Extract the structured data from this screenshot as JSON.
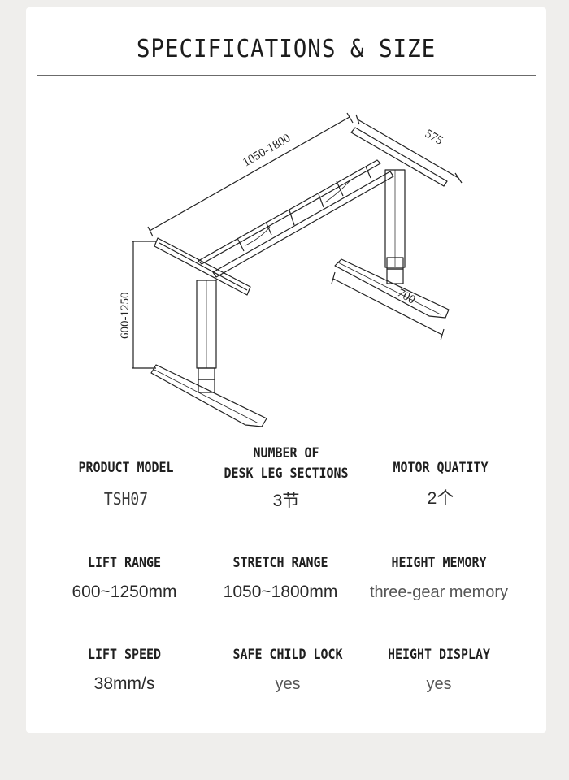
{
  "header": {
    "title": "SPECIFICATIONS & SIZE"
  },
  "diagram": {
    "subject": "electric standing desk frame",
    "dimensions": {
      "width": "1050-1800",
      "depth": "575",
      "foot_length": "700",
      "height": "600-1250"
    }
  },
  "specs": {
    "row1": [
      {
        "label": "PRODUCT MODEL",
        "value": "TSH07"
      },
      {
        "label_line1": "NUMBER OF",
        "label_line2": "DESK LEG SECTIONS",
        "value": "3节"
      },
      {
        "label": "MOTOR QUATITY",
        "value": "2个"
      }
    ],
    "row2": [
      {
        "label": "LIFT RANGE",
        "value": "600~1250mm"
      },
      {
        "label": "STRETCH RANGE",
        "value": "1050~1800mm"
      },
      {
        "label": "HEIGHT MEMORY",
        "value": "three-gear memory"
      }
    ],
    "row3": [
      {
        "label": "LIFT SPEED",
        "value": "38mm/s"
      },
      {
        "label": "SAFE CHILD LOCK",
        "value": "yes"
      },
      {
        "label": "HEIGHT DISPLAY",
        "value": "yes"
      }
    ]
  },
  "colors": {
    "background": "#efeeec",
    "card": "#ffffff",
    "text": "#1f1f1f",
    "divider": "#6b6b6b"
  }
}
